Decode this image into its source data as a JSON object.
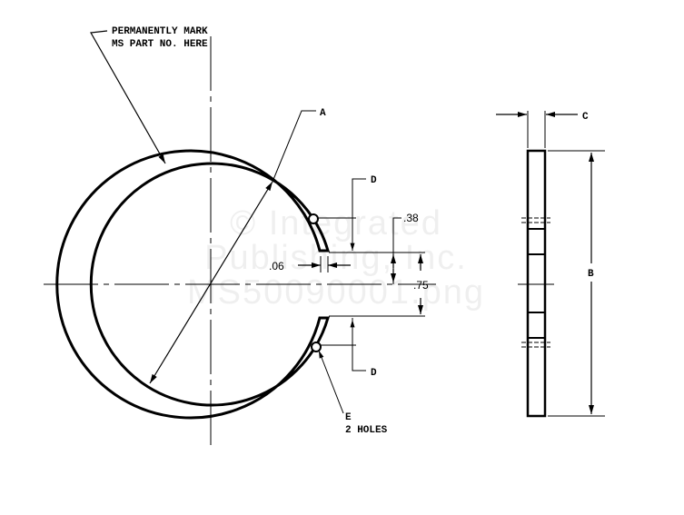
{
  "notes": {
    "mark_line1": "PERMANENTLY MARK",
    "mark_line2": "MS PART NO. HERE",
    "holes_label": "E",
    "holes_count": "2 HOLES"
  },
  "dimensions": {
    "A": "A",
    "B": "B",
    "C": "C",
    "D_top": "D",
    "D_bottom": "D",
    "gap_width": ".06",
    "offset": ".38",
    "opening": ".75"
  },
  "watermark": {
    "line1": "© Integrated",
    "line2": "Publishing, Inc.",
    "line3": "MS50090001.png"
  }
}
